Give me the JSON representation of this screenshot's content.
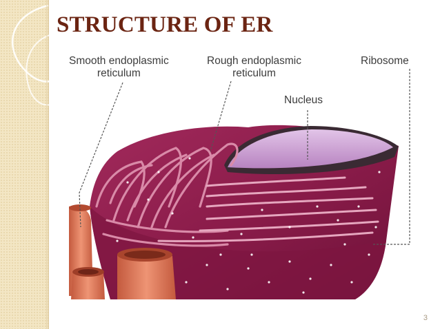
{
  "slide": {
    "title": "STRUCTURE OF ER",
    "page_number": "3"
  },
  "labels": {
    "smooth_er": [
      "Smooth endoplasmic",
      "reticulum"
    ],
    "rough_er": [
      "Rough endoplasmic",
      "reticulum"
    ],
    "ribosome": "Ribosome",
    "nucleus": "Nucleus"
  },
  "colors": {
    "title": "#6b2412",
    "cytoplasm": "#8e1f4d",
    "er_membrane": "#d98aa8",
    "nucleus": "#c99ad0",
    "sidebar": "#f3e6c4",
    "tubes": "#e07a5a"
  }
}
